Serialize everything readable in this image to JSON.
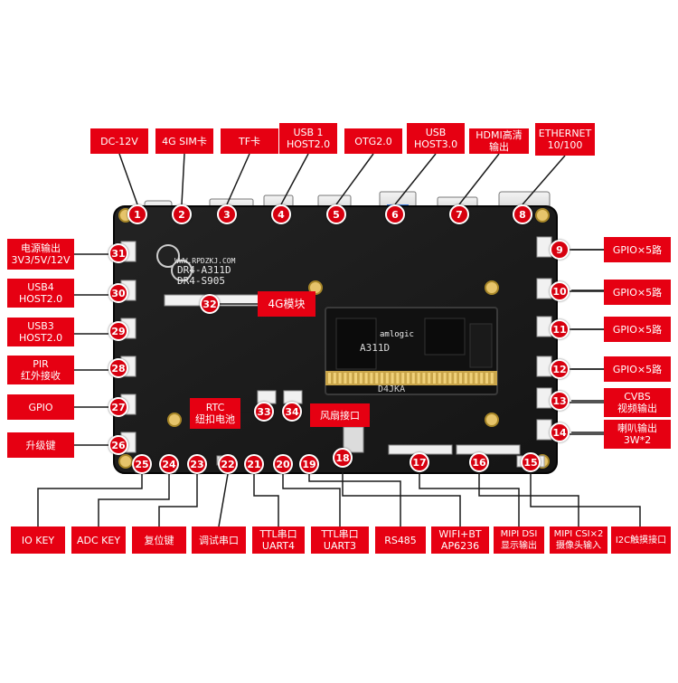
{
  "colors": {
    "accent": "#e60012",
    "board": "#1c1c1c",
    "line": "#1a1a1a"
  },
  "board": {
    "silkscreen_url": "WWW.RPDZKJ.COM",
    "silkscreen_model_1": "DR4-A311D",
    "silkscreen_model_2": "DR4-S905",
    "chip_brand": "amlogic",
    "chip_model": "A311D",
    "module_code": "D4JKA"
  },
  "labels": {
    "1": "DC-12V",
    "2": "4G SIM卡",
    "3": "TF卡",
    "4": "USB 1\nHOST2.0",
    "5": "OTG2.0",
    "6": "USB\nHOST3.0",
    "7": "HDMI高清输出",
    "8": "ETHERNET\n10/100",
    "9": "GPIO×5路",
    "10": "GPIO×5路",
    "11": "GPIO×5路",
    "12": "GPIO×5路",
    "13": "CVBS\n视频输出",
    "14": "喇叭输出\n3W*2",
    "15": "I2C触摸接口",
    "16": "MIPI CSI×2\n摄像头输入",
    "17": "MIPI DSI\n显示输出",
    "18": "WIFI+BT\nAP6236",
    "19": "RS485",
    "20": "TTL串口\nUART3",
    "21": "TTL串口\nUART4",
    "22": "调试串口",
    "23": "复位键",
    "24": "ADC KEY",
    "25": "IO KEY",
    "26": "升级键",
    "27": "GPIO",
    "28": "PIR\n红外接收",
    "29": "USB3\nHOST2.0",
    "30": "USB4\nHOST2.0",
    "31": "电源输出\n3V3/5V/12V",
    "32": "4G模块",
    "33": "RTC\n纽扣电池",
    "34": "风扇接口"
  },
  "markers": [
    "1",
    "2",
    "3",
    "4",
    "5",
    "6",
    "7",
    "8",
    "9",
    "10",
    "11",
    "12",
    "13",
    "14",
    "15",
    "16",
    "17",
    "18",
    "19",
    "20",
    "21",
    "22",
    "23",
    "24",
    "25",
    "26",
    "27",
    "28",
    "29",
    "30",
    "31",
    "32",
    "33",
    "34"
  ]
}
